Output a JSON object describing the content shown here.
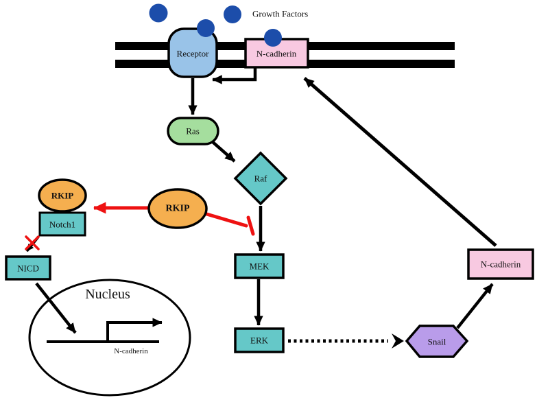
{
  "figure": {
    "type": "signaling-pathway-diagram",
    "background": "#ffffff"
  },
  "colors": {
    "membrane": "#000000",
    "receptor": "#99C3E8",
    "growth_factor": "#1C4DAA",
    "n_cadherin_pink": "#F8C9E1",
    "ras_green": "#A5DE9E",
    "kinase_teal": "#65C8C8",
    "rkip_orange": "#F5AF4F",
    "snail_purple": "#B99CEA",
    "inhibition_red": "#EE1111",
    "arrow_black": "#000000"
  },
  "labels": {
    "growth_factors": "Growth Factors",
    "receptor": "Receptor",
    "n_cadherin_membrane": "N-cadherin",
    "ras": "Ras",
    "raf": "Raf",
    "rkip_free": "RKIP",
    "rkip_bound": "RKIP",
    "notch1": "Notch1",
    "nicd": "NICD",
    "mek": "MEK",
    "erk": "ERK",
    "snail": "Snail",
    "n_cadherin_induced": "N-cadherin",
    "nucleus": "Nucleus",
    "n_cadherin_gene": "N-cadherin"
  },
  "edges": [
    {
      "from": "n_cadherin_membrane",
      "to": "receptor",
      "type": "activate",
      "style": "solid-elbow"
    },
    {
      "from": "receptor",
      "to": "ras",
      "type": "activate",
      "style": "solid"
    },
    {
      "from": "ras",
      "to": "raf",
      "type": "activate",
      "style": "solid"
    },
    {
      "from": "raf",
      "to": "mek",
      "type": "activate",
      "style": "solid"
    },
    {
      "from": "mek",
      "to": "erk",
      "type": "activate",
      "style": "solid"
    },
    {
      "from": "erk",
      "to": "snail",
      "type": "induce",
      "style": "dotted"
    },
    {
      "from": "snail",
      "to": "n_cadherin_induced",
      "type": "activate",
      "style": "solid"
    },
    {
      "from": "n_cadherin_induced",
      "to": "n_cadherin_membrane",
      "type": "translocate",
      "style": "solid"
    },
    {
      "from": "rkip_free",
      "to": "raf-mek-axis",
      "type": "inhibit",
      "style": "red-tbar"
    },
    {
      "from": "rkip_free",
      "to": "notch1",
      "type": "bind",
      "style": "red-arrow"
    },
    {
      "from": "notch1",
      "to": "nicd",
      "type": "blocked-cleavage",
      "style": "solid-red-x"
    },
    {
      "from": "nicd",
      "to": "n_cadherin_gene",
      "type": "activate-transcription",
      "style": "solid"
    }
  ]
}
